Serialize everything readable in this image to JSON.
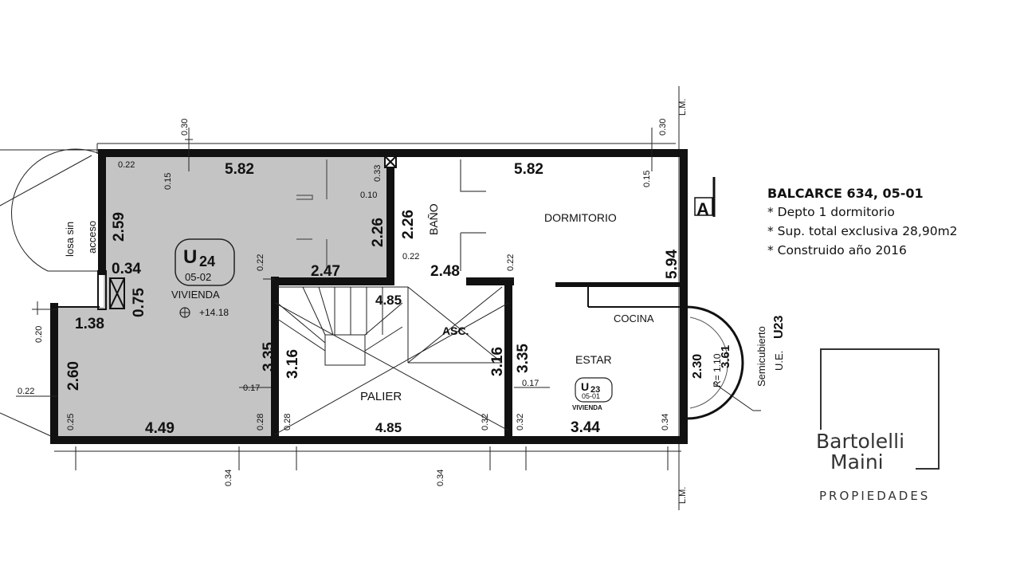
{
  "info": {
    "title": "BALCARCE 634, 05-01",
    "lines": [
      "* Depto 1 dormitorio",
      "* Sup. total exclusiva 28,90m2",
      "* Construido año 2016"
    ]
  },
  "logo": {
    "line1": "Bartolelli",
    "line2": "Maini",
    "sub": "PROPIEDADES"
  },
  "plan": {
    "rooms": {
      "dormitorio": "DORMITORIO",
      "bano": "BAÑO",
      "cocina": "COCINA",
      "estar": "ESTAR",
      "palier": "PALIER",
      "asc": "ASC.",
      "vivienda_u24": "VIVIENDA",
      "losa1": "losa sin",
      "losa2": "acceso",
      "semicubierto": "Semicubierto",
      "ue": "U.E.",
      "ue_unit": "U23"
    },
    "units": {
      "u24": "U",
      "u24_sub": "24",
      "u24_code": "05-02",
      "u24_level": "+14.18",
      "u23": "U",
      "u23_sub": "23",
      "u23_code": "05-01",
      "u23_label": "VIVIENDA",
      "section_mark": "A"
    },
    "dims": {
      "d582a": "5.82",
      "d582b": "5.82",
      "d259": "2.59",
      "d034a": "0.34",
      "d075": "0.75",
      "d138": "1.38",
      "d260": "2.60",
      "d449": "4.49",
      "d247": "2.47",
      "d226a": "2.26",
      "d226b": "2.26",
      "d248": "2.48",
      "d485a": "4.85",
      "d485b": "4.85",
      "d335a": "3.35",
      "d316a": "3.16",
      "d316b": "3.16",
      "d335b": "3.35",
      "d594": "5.94",
      "d344": "3.44",
      "d230": "2.30",
      "d361": "3.61",
      "r110": "R= 1.10",
      "s022a": "0.22",
      "s015a": "0.15",
      "s033": "0.33",
      "s010": "0.10",
      "s022b": "0.22",
      "s022c": "0.22",
      "s022d": "0.22",
      "s015b": "0.15",
      "s030a": "0.30",
      "s030b": "0.30",
      "s020": "0.20",
      "s022e": "0.22",
      "s025": "0.25",
      "s017a": "0.17",
      "s017b": "0.17",
      "s028a": "0.28",
      "s028b": "0.28",
      "s032a": "0.32",
      "s032b": "0.32",
      "s034b": "0.34",
      "s034c": "0.34",
      "s034d": "0.34",
      "lm1": "L.M.",
      "lm2": "L.M."
    }
  }
}
